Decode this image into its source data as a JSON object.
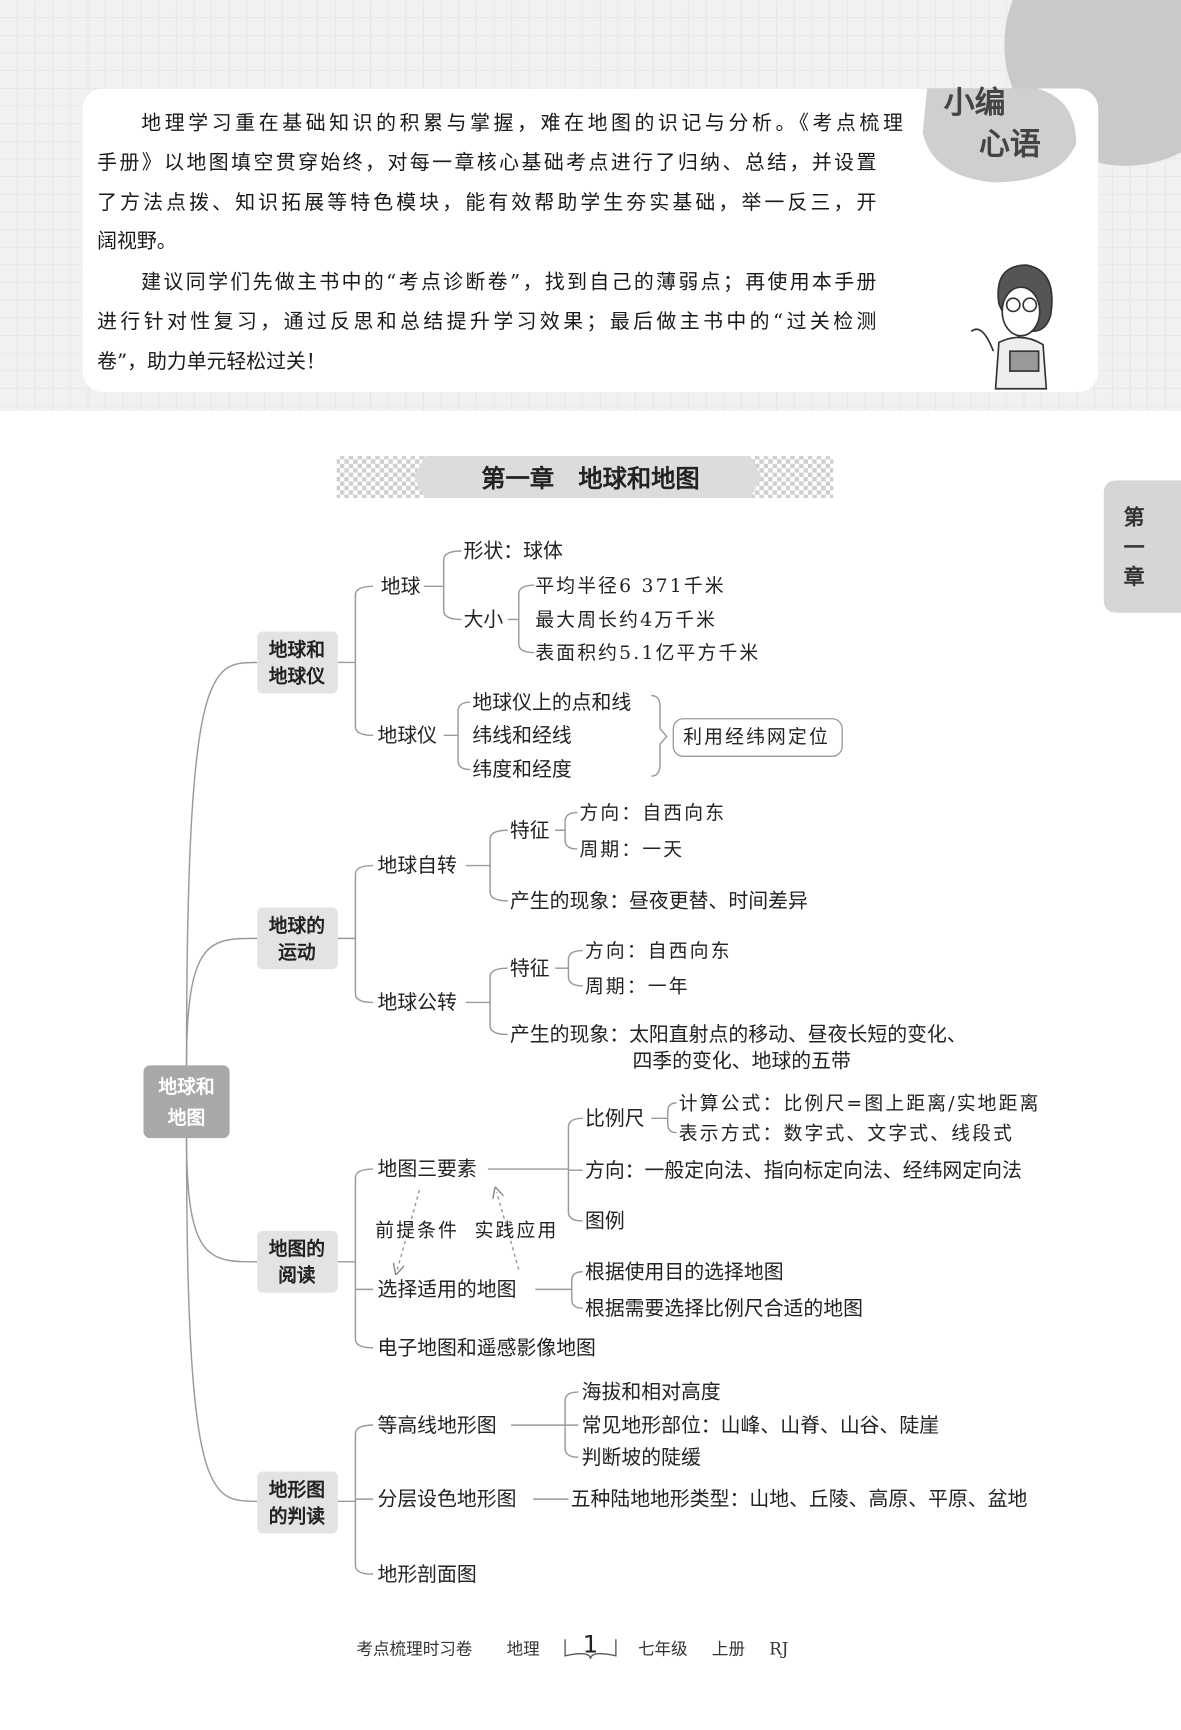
{
  "intro": {
    "badge": [
      "小编",
      "心语"
    ],
    "lines": [
      "地理学习重在基础知识的积累与掌握，难在地图的识记与分析。《考点梳理",
      "手册》以地图填空贯穿始终，对每一章核心基础考点进行了归纳、总结，并设置",
      "了方法点拨、知识拓展等特色模块，能有效帮助学生夯实基础，举一反三，开",
      "阔视野。",
      "建议同学们先做主书中的“考点诊断卷”，找到自己的薄弱点；再使用本手册",
      "进行针对性复习，通过反思和总结提升学习效果；最后做主书中的“过关检测",
      "卷”，助力单元轻松过关！"
    ]
  },
  "chapter": {
    "title": "第一章　地球和地图",
    "tab": [
      "第",
      "一",
      "章"
    ]
  },
  "map": {
    "root": [
      "地球和",
      "地图"
    ],
    "g1": {
      "label": [
        "地球和",
        "地球仪"
      ],
      "earth": "地球",
      "shape": "形状：球体",
      "size": "大小",
      "size_items": [
        "平均半径6 371千米",
        "最大周长约4万千米",
        "表面积约5.1亿平方千米"
      ],
      "globe": "地球仪",
      "globe_items": [
        "地球仪上的点和线",
        "纬线和经线",
        "纬度和经度"
      ],
      "globe_box": "利用经纬网定位"
    },
    "g2": {
      "label": [
        "地球的",
        "运动"
      ],
      "rotation": "地球自转",
      "rot_feature": "特征",
      "rot_dir": "方向：自西向东",
      "rot_period": "周期：一天",
      "rot_phenomena": "产生的现象：昼夜更替、时间差异",
      "revolution": "地球公转",
      "rev_feature": "特征",
      "rev_dir": "方向：自西向东",
      "rev_period": "周期：一年",
      "rev_phenomena_1": "产生的现象：太阳直射点的移动、昼夜长短的变化、",
      "rev_phenomena_2": "四季的变化、地球的五带"
    },
    "g3": {
      "label": [
        "地图的",
        "阅读"
      ],
      "three": "地图三要素",
      "scale": "比例尺",
      "formula": "计算公式：比例尺=图上距离/实地距离",
      "forms": "表示方式：数字式、文字式、线段式",
      "direction": "方向：一般定向法、指向标定向法、经纬网定向法",
      "legend": "图例",
      "premise": "前提条件",
      "practice": "实践应用",
      "choose": "选择适用的地图",
      "choose_items": [
        "根据使用目的选择地图",
        "根据需要选择比例尺合适的地图"
      ],
      "electronic": "电子地图和遥感影像地图"
    },
    "g4": {
      "label": [
        "地形图",
        "的判读"
      ],
      "contour": "等高线地形图",
      "contour_items": [
        "海拔和相对高度",
        "常见地形部位：山峰、山脊、山谷、陡崖",
        "判断坡的陡缓"
      ],
      "layered": "分层设色地形图",
      "layered_item": "五种陆地地形类型：山地、丘陵、高原、平原、盆地",
      "profile": "地形剖面图"
    }
  },
  "footer": {
    "series": "考点梳理时习卷",
    "subject": "地理",
    "page": "1",
    "grade": "七年级",
    "volume": "上册",
    "edition": "RJ"
  }
}
